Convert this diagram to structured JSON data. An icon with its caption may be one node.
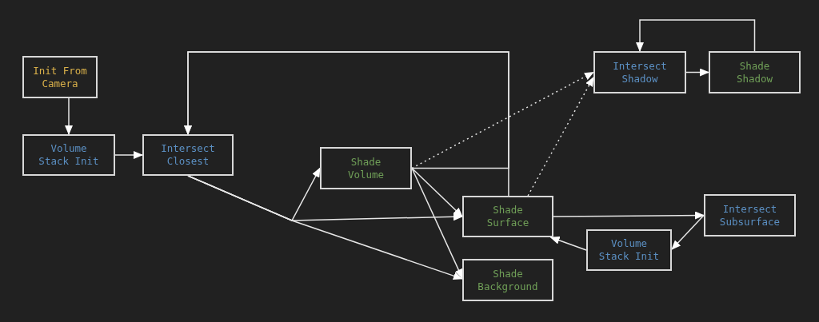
{
  "diagram": {
    "nodes": [
      {
        "text": [
          "Init From Camera"
        ]
      },
      {
        "text": [
          "Volume Stack Init"
        ]
      },
      {
        "text": [
          "Intersect Closest"
        ]
      },
      {
        "text": [
          "Shade Volume"
        ]
      },
      {
        "text": [
          "Shade Surface"
        ]
      },
      {
        "text": [
          "Shade Background"
        ]
      },
      {
        "text": [
          "Intersect Shadow"
        ]
      },
      {
        "text": [
          "Shade Shadow"
        ]
      },
      {
        "text": [
          "Intersect Subsurface"
        ]
      },
      {
        "text": [
          "Volume Stack Init"
        ]
      }
    ],
    "edges": [
      {
        "from": 0,
        "to": 1,
        "arrow": "to"
      },
      {
        "from": 1,
        "to": 2,
        "arrow": "to"
      },
      {
        "from": 2,
        "to": 3,
        "arrow": "to"
      },
      {
        "from": 2,
        "to": 4,
        "arrow": "to"
      },
      {
        "from": 2,
        "to": 5,
        "arrow": "to"
      },
      {
        "from": 3,
        "to": 4,
        "arrow": "to"
      },
      {
        "from": 3,
        "to": 5,
        "arrow": "to"
      },
      {
        "from": 3,
        "to": 6,
        "arrow": "to",
        "style": "dashed"
      },
      {
        "from": 4,
        "to": 6,
        "arrow": "to",
        "style": "dashed"
      },
      {
        "from": 3,
        "to": 2,
        "arrow": "to"
      },
      {
        "from": 4,
        "to": 2,
        "arrow": "to"
      },
      {
        "from": 6,
        "to": 7,
        "arrow": "to"
      },
      {
        "from": 7,
        "to": 6,
        "arrow": "to"
      },
      {
        "from": 4,
        "to": 8,
        "arrow": "to"
      },
      {
        "from": 8,
        "to": 9,
        "arrow": "to"
      },
      {
        "from": 9,
        "to": 4,
        "arrow": "to"
      }
    ]
  }
}
